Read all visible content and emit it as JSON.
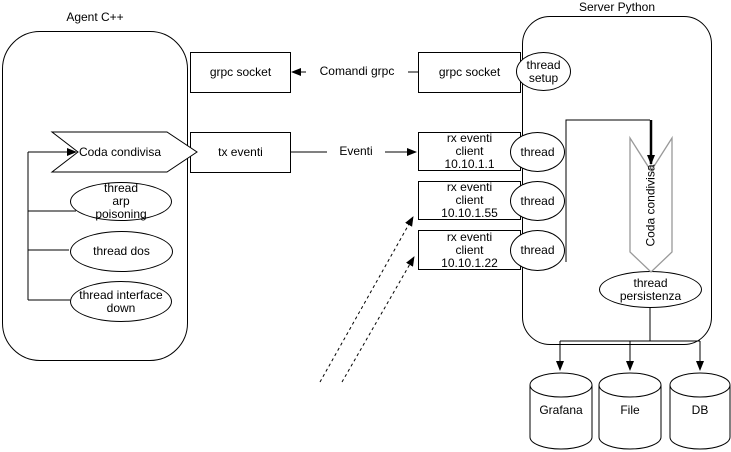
{
  "agent": {
    "title": "Agent C++",
    "grpc_socket": "grpc socket",
    "tx_eventi": "tx eventi",
    "coda_condivisa": "Coda condivisa",
    "threads": [
      {
        "l1": "thread",
        "l2": "arp",
        "l3": "poisoning"
      },
      {
        "l1": "thread dos"
      },
      {
        "l1": "thread interface",
        "l2": "down"
      }
    ]
  },
  "server": {
    "title": "Server Python",
    "grpc_socket": "grpc socket",
    "thread_setup": {
      "l1": "thread",
      "l2": "setup"
    },
    "rx_clients": [
      {
        "l1": "rx eventi",
        "l2": "client",
        "l3": "10.10.1.1",
        "thread": "thread"
      },
      {
        "l1": "rx eventi",
        "l2": "client",
        "l3": "10.10.1.55",
        "thread": "thread"
      },
      {
        "l1": "rx eventi",
        "l2": "client",
        "l3": "10.10.1.22",
        "thread": "thread"
      }
    ],
    "coda_condivisa": "Coda condivisa",
    "thread_persistenza": {
      "l1": "thread",
      "l2": "persistenza"
    },
    "datastores": [
      "Grafana",
      "File",
      "DB"
    ]
  },
  "edges": {
    "comandi_grpc": "Comandi grpc",
    "eventi": "Eventi"
  },
  "colors": {
    "stroke": "#000000",
    "queue_outline": "#999999",
    "background": "#ffffff"
  }
}
